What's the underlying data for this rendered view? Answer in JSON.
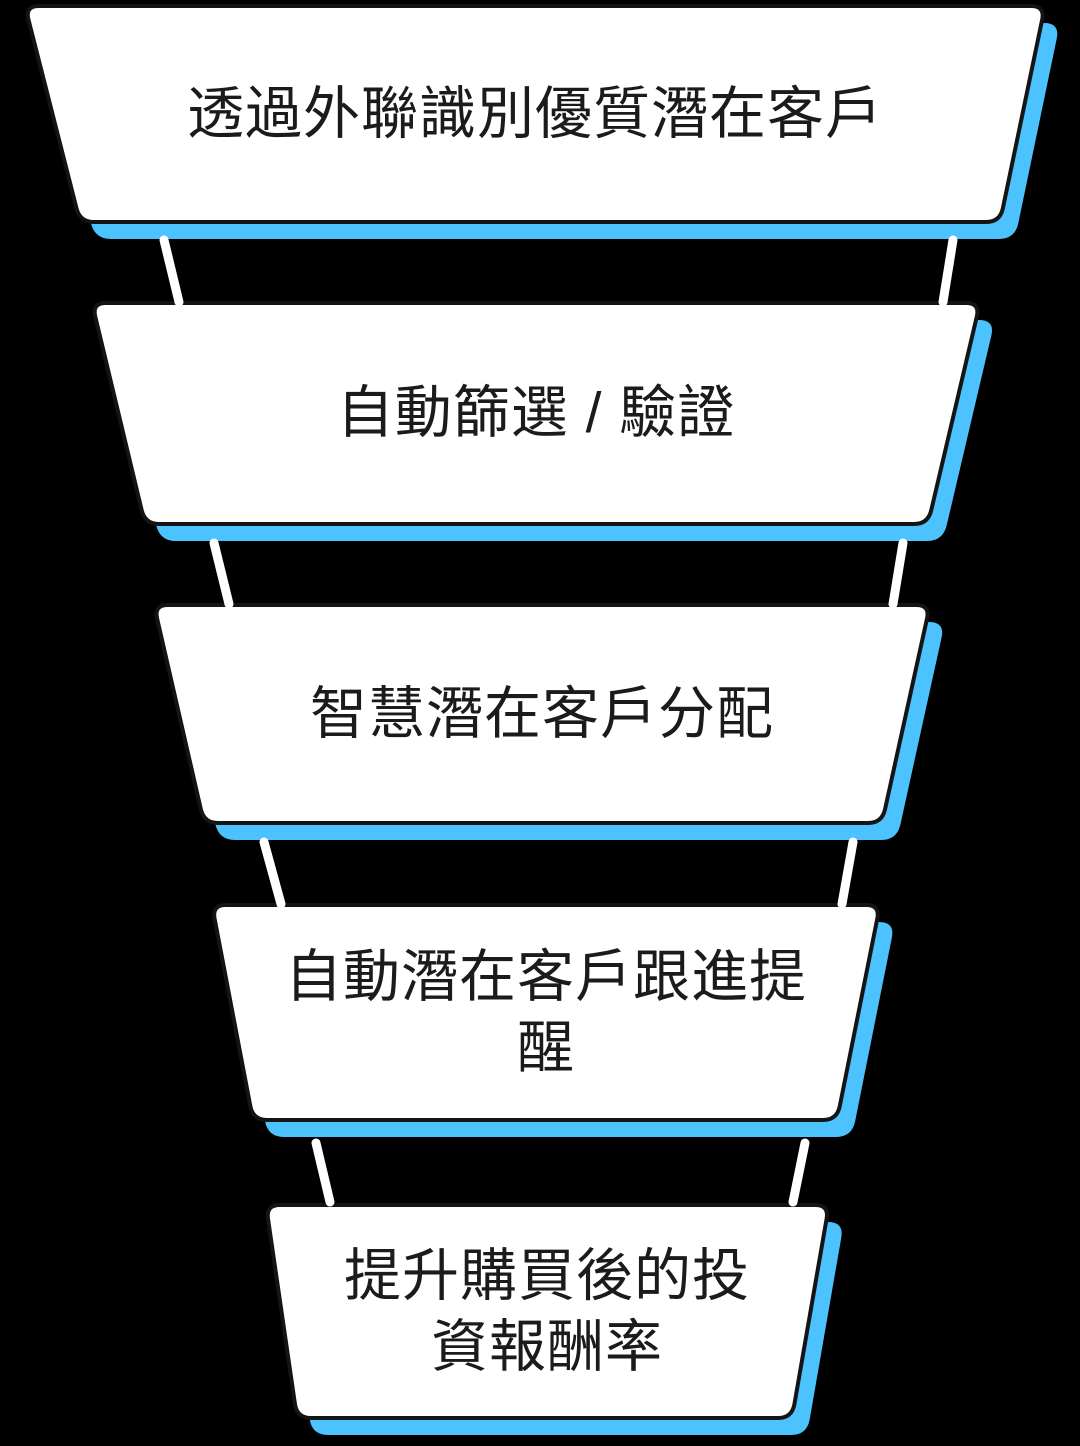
{
  "diagram": {
    "type": "funnel",
    "stage_count": 5
  },
  "stages": [
    {
      "id": 1,
      "label": "透過外聯識別優質潛在客戶",
      "lines": [
        "透過外聯識別優質潛在客戶"
      ]
    },
    {
      "id": 2,
      "label": "自動篩選 / 驗證",
      "lines": [
        "自動篩選 / 驗證"
      ]
    },
    {
      "id": 3,
      "label": "智慧潛在客戶分配",
      "lines": [
        "智慧潛在客戶分配"
      ]
    },
    {
      "id": 4,
      "label": "自動潛在客戶跟進提醒",
      "lines": [
        "自動潛在客戶跟進提",
        "醒"
      ]
    },
    {
      "id": 5,
      "label": "提升購買後的投資報酬率",
      "lines": [
        "提升購買後的投",
        "資報酬率"
      ]
    }
  ],
  "colors": {
    "background": "#000000",
    "panel_fill": "#ffffff",
    "panel_border": "#141414",
    "shadow_accent": "#4CC2FE",
    "connector": "#ffffff",
    "text": "#1b1b1b"
  }
}
